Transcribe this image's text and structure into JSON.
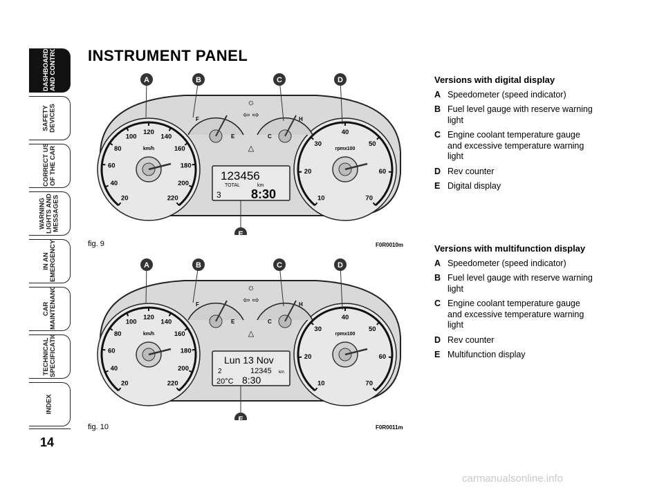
{
  "sidebar": {
    "tabs": [
      {
        "label": "DASHBOARD\nAND CONTROLS",
        "active": true
      },
      {
        "label": "SAFETY\nDEVICES",
        "active": false
      },
      {
        "label": "CORRECT USE\nOF THE CAR",
        "active": false
      },
      {
        "label": "WARNING\nLIGHTS AND\nMESSAGES",
        "active": false
      },
      {
        "label": "IN AN\nEMERGENCY",
        "active": false
      },
      {
        "label": "CAR\nMAINTENANCE",
        "active": false
      },
      {
        "label": "TECHNICAL\nSPECIFICATIONS",
        "active": false
      },
      {
        "label": "INDEX",
        "active": false
      }
    ]
  },
  "page_number": "14",
  "title": "INSTRUMENT PANEL",
  "figures": [
    {
      "caption": "fig. 9",
      "code": "F0R0010m",
      "callouts": [
        "A",
        "B",
        "C",
        "D",
        "E"
      ],
      "speed_unit": "km/h",
      "rev_unit": "rpmx100",
      "speed_ticks": [
        "20",
        "40",
        "60",
        "80",
        "100",
        "120",
        "140",
        "160",
        "180",
        "200",
        "220"
      ],
      "rev_ticks": [
        "10",
        "20",
        "30",
        "40",
        "50",
        "60",
        "70"
      ],
      "display": {
        "line1": "123456",
        "line1_sub": "TOTAL",
        "line1_unit": "km",
        "gear": "3",
        "time": "8:30"
      }
    },
    {
      "caption": "fig. 10",
      "code": "F0R0011m",
      "callouts": [
        "A",
        "B",
        "C",
        "D",
        "E"
      ],
      "speed_unit": "km/h",
      "rev_unit": "rpmx100",
      "speed_ticks": [
        "20",
        "40",
        "60",
        "80",
        "100",
        "120",
        "140",
        "160",
        "180",
        "200",
        "220"
      ],
      "rev_ticks": [
        "10",
        "20",
        "30",
        "40",
        "50",
        "60",
        "70"
      ],
      "display": {
        "line1": "Lun 13 Nov",
        "gear": "2",
        "odo": "12345",
        "odo_unit": "km",
        "temp": "20°C",
        "time": "8:30"
      }
    }
  ],
  "sections": [
    {
      "heading": "Versions with digital display",
      "items": [
        {
          "key": "A",
          "text": "Speedometer (speed indicator)"
        },
        {
          "key": "B",
          "text": "Fuel level gauge with reserve warning light"
        },
        {
          "key": "C",
          "text": "Engine coolant temperature gauge and excessive temperature warning light"
        },
        {
          "key": "D",
          "text": "Rev counter"
        },
        {
          "key": "E",
          "text": "Digital display"
        }
      ]
    },
    {
      "heading": "Versions with multifunction display",
      "items": [
        {
          "key": "A",
          "text": "Speedometer (speed indicator)"
        },
        {
          "key": "B",
          "text": "Fuel level gauge with reserve warning light"
        },
        {
          "key": "C",
          "text": "Engine coolant temperature gauge and excessive temperature warning light"
        },
        {
          "key": "D",
          "text": "Rev counter"
        },
        {
          "key": "E",
          "text": "Multifunction display"
        }
      ]
    }
  ],
  "watermark": "carmanualsonline.info",
  "colors": {
    "panel_bg": "#d9d9d9",
    "panel_border": "#222222",
    "callout": "#333333"
  }
}
